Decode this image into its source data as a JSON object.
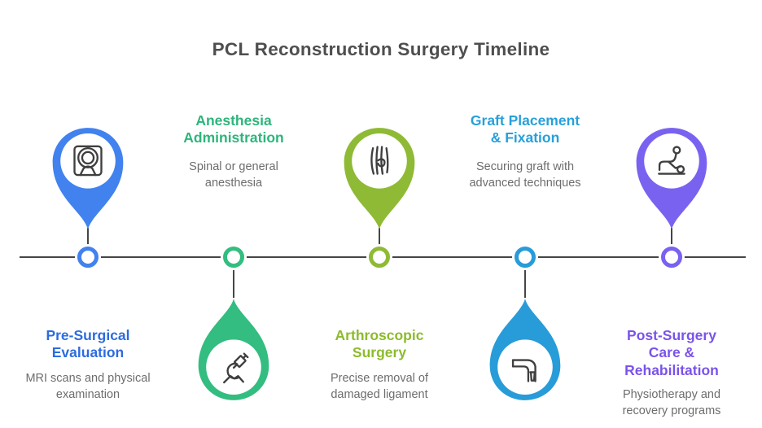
{
  "page": {
    "title": "PCL Reconstruction Surgery Timeline",
    "background": "#ffffff",
    "title_color": "#4e4e4e"
  },
  "timeline": {
    "line_color": "#464646",
    "marker_fill": "#ffffff"
  },
  "icon_stroke": "#3f3f3f",
  "milestones": [
    {
      "title": "Pre-Surgical\nEvaluation",
      "description": "MRI scans and physical\nexamination",
      "color": "#4182ef",
      "title_color": "#2d6be0",
      "icon": "mri-scanner-icon",
      "pin_position": "above-line",
      "text_position": "below-line"
    },
    {
      "title": "Anesthesia\nAdministration",
      "description": "Spinal or general\nanesthesia",
      "color": "#33bd80",
      "title_color": "#2eb57b",
      "icon": "syringe-icon",
      "pin_position": "below-line",
      "text_position": "above-line"
    },
    {
      "title": "Arthroscopic\nSurgery",
      "description": "Precise removal of\ndamaged ligament",
      "color": "#8fba35",
      "title_color": "#8cbb2d",
      "icon": "knee-ligament-icon",
      "pin_position": "above-line",
      "text_position": "below-line"
    },
    {
      "title": "Graft Placement\n& Fixation",
      "description": "Securing graft with\nadvanced techniques",
      "color": "#289cd8",
      "title_color": "#27a0da",
      "icon": "knee-joint-graft-icon",
      "pin_position": "below-line",
      "text_position": "above-line"
    },
    {
      "title": "Post-Surgery\nCare &\nRehabilitation",
      "description": "Physiotherapy and\nrecovery programs",
      "color": "#7a62f0",
      "title_color": "#7a53ea",
      "icon": "physiotherapy-icon",
      "pin_position": "above-line",
      "text_position": "below-line"
    }
  ]
}
